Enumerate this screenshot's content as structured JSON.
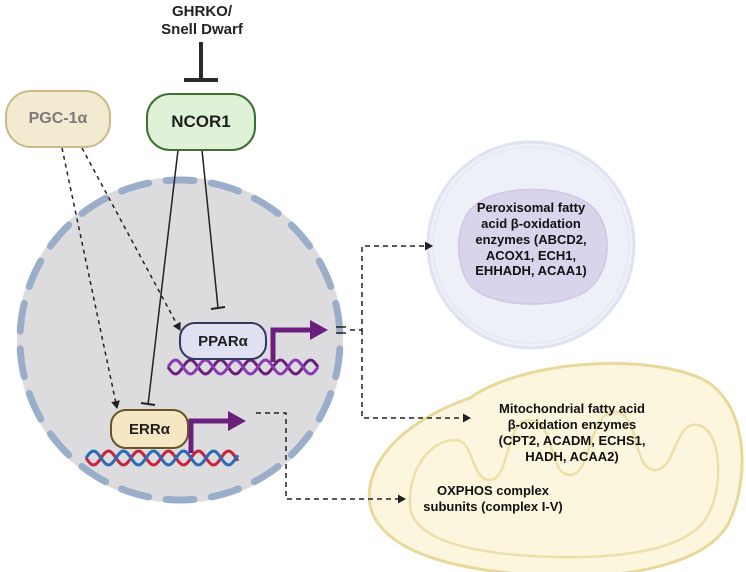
{
  "inhibitor_label": [
    "GHRKO/",
    "Snell Dwarf"
  ],
  "nodes": {
    "pgc": "PGC-1α",
    "ncor1": "NCOR1",
    "ppara": "PPARα",
    "erra": "ERRα"
  },
  "targets": {
    "peroxisomal": [
      "Peroxisomal fatty",
      "acid β-oxidation",
      "enzymes (ABCD2,",
      "ACOX1, ECH1,",
      "EHHADH, ACAA1)"
    ],
    "mitochondrial": [
      "Mitochondrial fatty acid",
      "β-oxidation enzymes",
      "(CPT2, ACADM, ECHS1,",
      "HADH, ACAA2)"
    ],
    "oxphos": [
      "OXPHOS complex",
      "subunits (complex I-V)"
    ]
  },
  "colors": {
    "pgc_fill": "#f3ead2",
    "pgc_stroke": "#c9b98a",
    "pgc_text": "#7a7a7a",
    "ncor1_fill": "#dff2d8",
    "ncor1_stroke": "#3f6f34",
    "ppara_fill": "#dfe1f2",
    "ppara_stroke": "#34385e",
    "erra_fill": "#f5e6c4",
    "erra_stroke": "#6b5424",
    "nucleus_fill": "#dcdcdf",
    "envelope": "#9aaec9",
    "arrow_purple": "#6a1f7c",
    "dna_red": "#c8223a",
    "dna_blue": "#2b6bb5",
    "dna_purple": "#8a3ab5",
    "peroxisome_outer": "#e3e7f4",
    "peroxisome_inner": "#d6d0ea",
    "mito_fill": "#fbf6dd",
    "mito_stroke": "#e8d99a"
  }
}
